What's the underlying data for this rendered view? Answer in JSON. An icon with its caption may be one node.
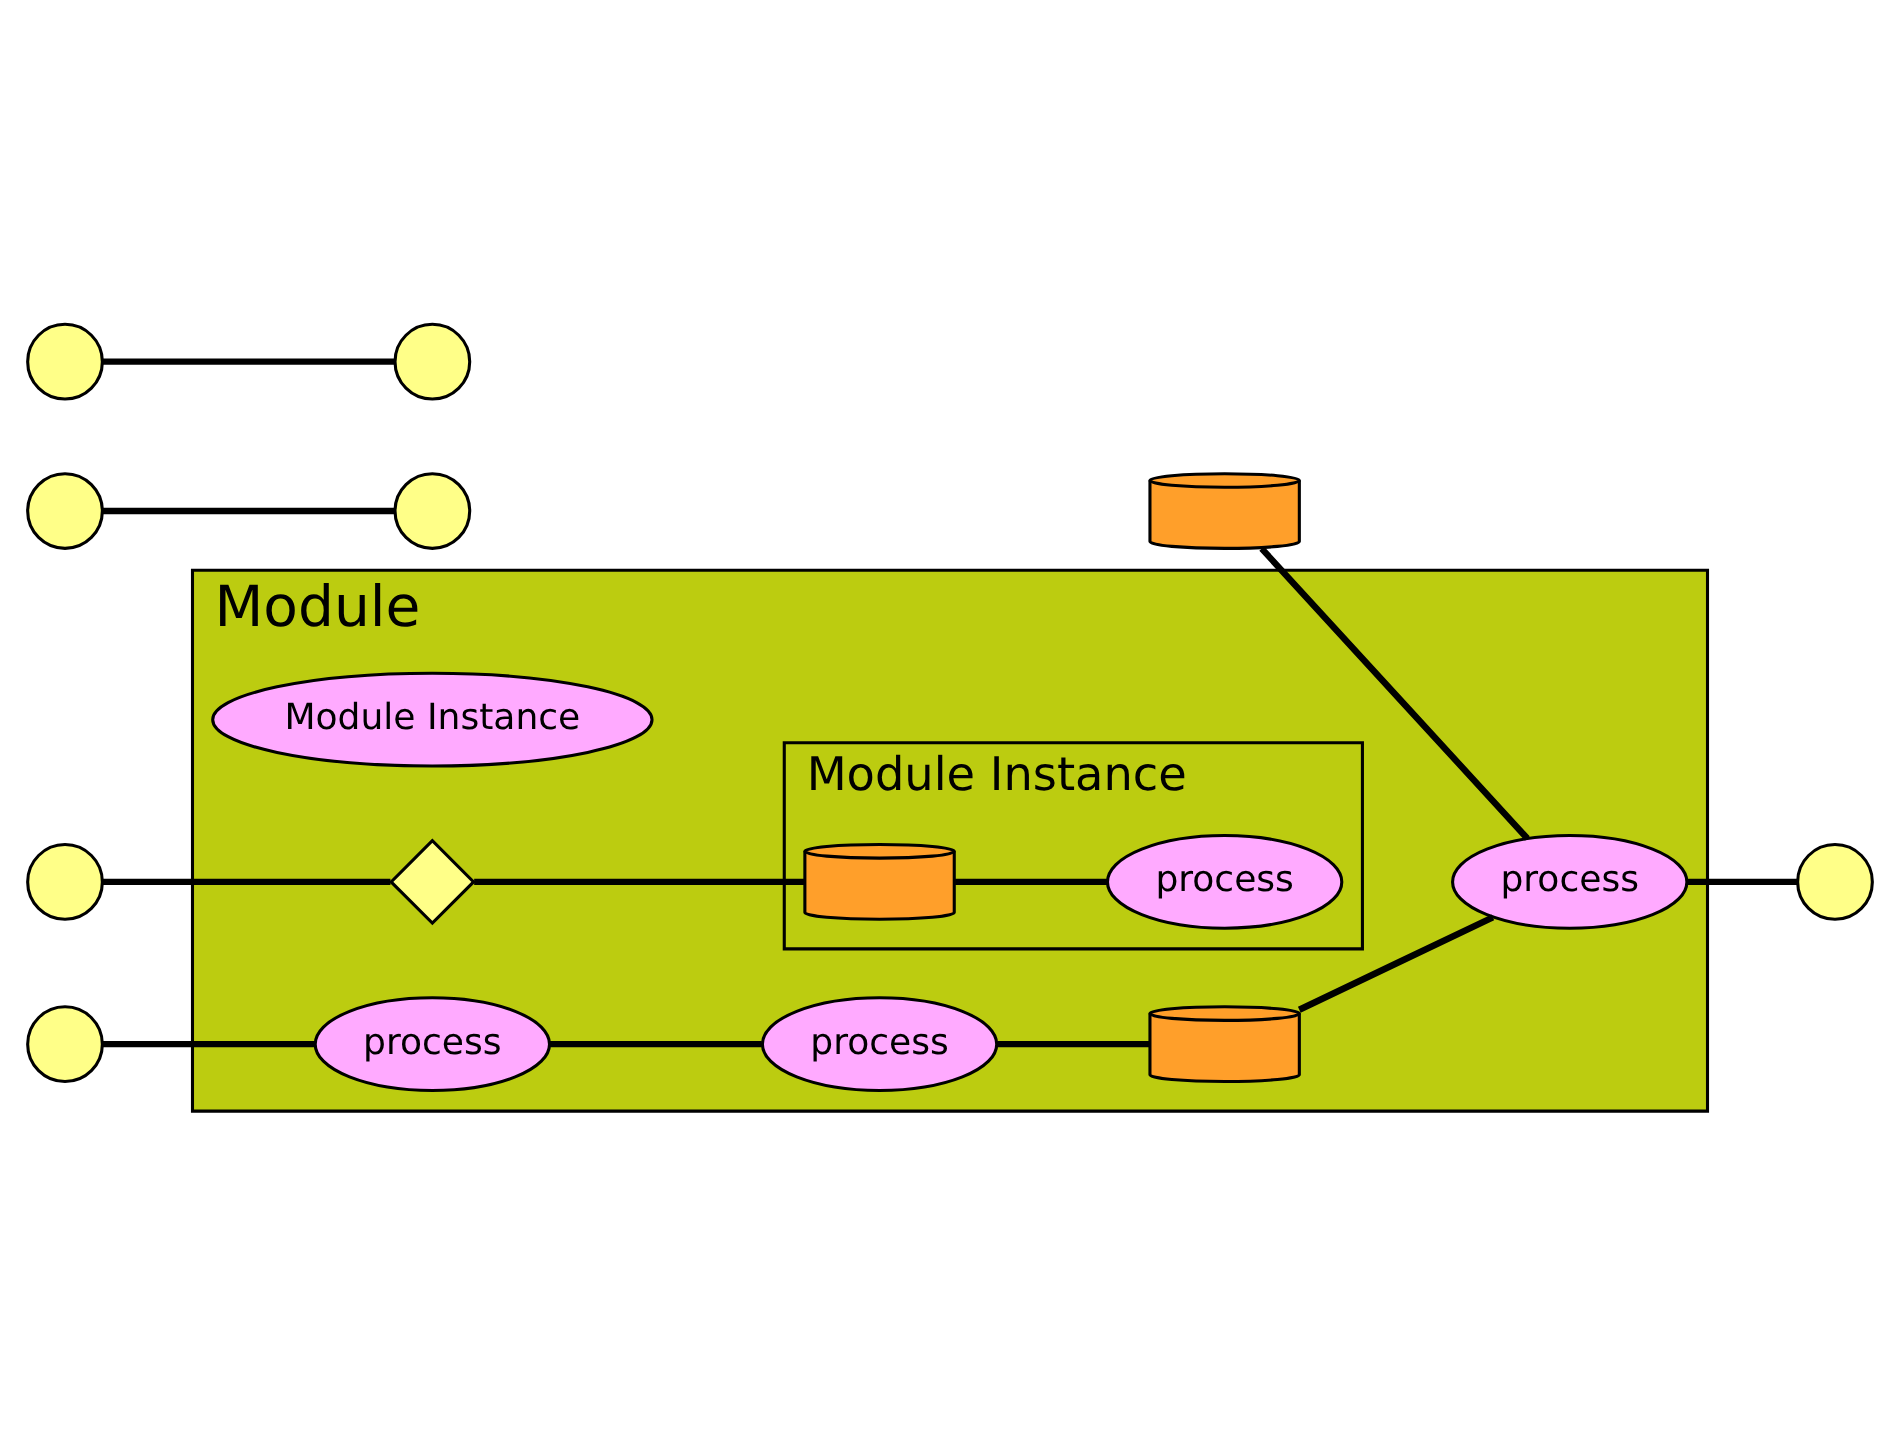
{
  "diagram": {
    "nodes": [
      {
        "text": [
          "Module"
        ]
      },
      {
        "text": [
          "Module Instance"
        ],
        "in": 0
      },
      {
        "text": [
          "Module Instance"
        ],
        "in": 0
      },
      {
        "text": [
          "process"
        ],
        "in": 2
      },
      {
        "text": [
          "process"
        ],
        "in": 0
      },
      {
        "text": [
          "process"
        ],
        "in": 0
      },
      {
        "text": [
          "process"
        ],
        "in": 0
      },
      {
        "text": [],
        "shape": "circle"
      },
      {
        "text": [],
        "shape": "circle"
      },
      {
        "text": [],
        "shape": "circle"
      },
      {
        "text": [],
        "shape": "diamond",
        "in": 0
      },
      {
        "text": [],
        "shape": "cylinder",
        "in": 2
      },
      {
        "text": [],
        "shape": "circle"
      },
      {
        "text": [],
        "shape": "circle"
      },
      {
        "text": [],
        "shape": "cylinder"
      },
      {
        "text": [],
        "shape": "circle"
      },
      {
        "text": [],
        "shape": "cylinder",
        "in": 0
      },
      {
        "text": [],
        "shape": "circle"
      }
    ],
    "edges": [
      {
        "from": 7,
        "to": 8,
        "arrow": "none"
      },
      {
        "from": 9,
        "to": 10,
        "arrow": "none"
      },
      {
        "from": 10,
        "to": 11,
        "arrow": "none"
      },
      {
        "from": 11,
        "to": 3,
        "arrow": "none"
      },
      {
        "from": 12,
        "to": 13,
        "arrow": "none"
      },
      {
        "from": 14,
        "to": 6,
        "arrow": "none"
      },
      {
        "from": 15,
        "to": 4,
        "arrow": "none"
      },
      {
        "from": 4,
        "to": 5,
        "arrow": "none"
      },
      {
        "from": 5,
        "to": 16,
        "arrow": "none"
      },
      {
        "from": 16,
        "to": 6,
        "arrow": "none"
      },
      {
        "from": 6,
        "to": 17,
        "arrow": "none"
      }
    ]
  }
}
